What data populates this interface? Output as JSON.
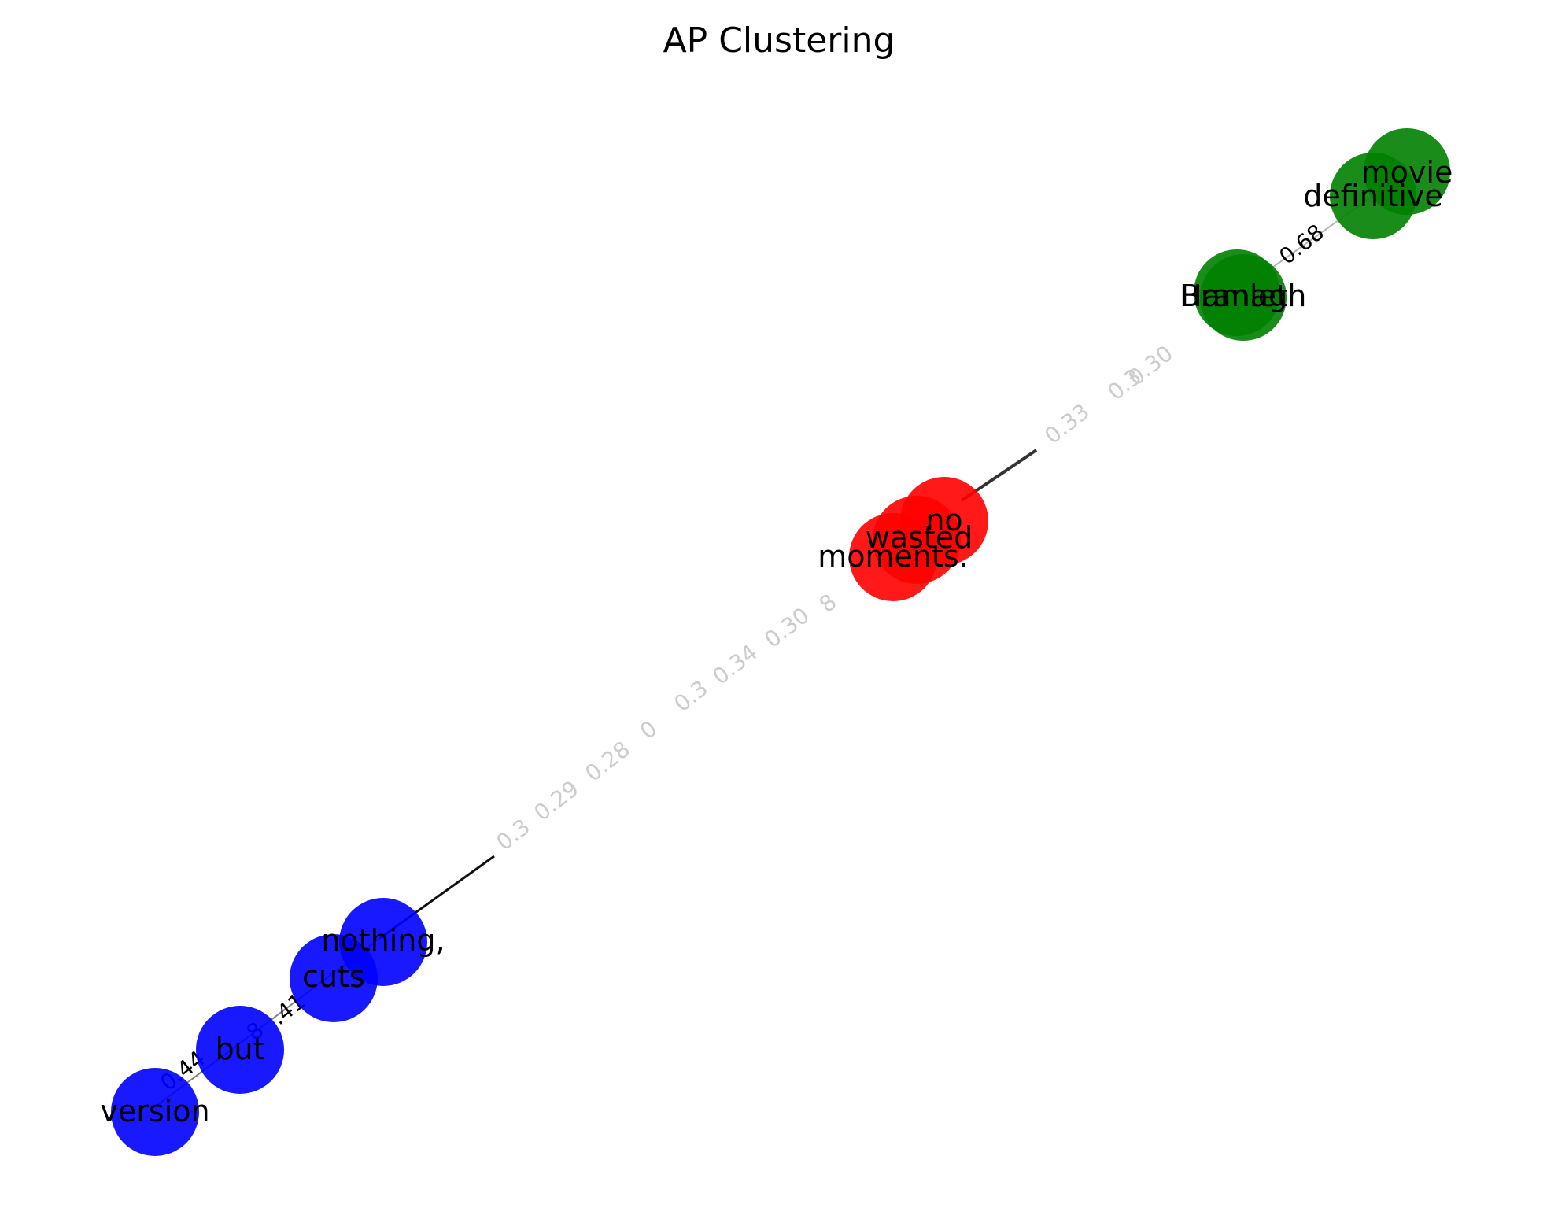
{
  "title": "AP Clustering",
  "colors": {
    "cluster_red": "#ff0000",
    "cluster_green": "#008000",
    "cluster_blue": "#0000ff",
    "edge_dark": "#000000",
    "edge_light": "#cccccc"
  },
  "nodes": [
    {
      "id": "movie",
      "label": "movie",
      "cluster": "green"
    },
    {
      "id": "definitive",
      "label": "definitive",
      "cluster": "green"
    },
    {
      "id": "branagh",
      "label": "Branagh",
      "cluster": "green"
    },
    {
      "id": "hamlet",
      "label": "Hamlet",
      "cluster": "green"
    },
    {
      "id": "no",
      "label": "no",
      "cluster": "red"
    },
    {
      "id": "wasted",
      "label": "wasted",
      "cluster": "red"
    },
    {
      "id": "moments",
      "label": "moments.",
      "cluster": "red"
    },
    {
      "id": "nothing",
      "label": "nothing,",
      "cluster": "blue"
    },
    {
      "id": "cuts",
      "label": "cuts",
      "cluster": "blue"
    },
    {
      "id": "but",
      "label": "but",
      "cluster": "blue"
    },
    {
      "id": "version",
      "label": "version",
      "cluster": "blue"
    }
  ],
  "edge_labels": [
    {
      "text": "0.68",
      "tone": "dark"
    },
    {
      "text": "0.30",
      "tone": "light"
    },
    {
      "text": "0.33",
      "tone": "light"
    },
    {
      "text": "0.30",
      "tone": "light"
    },
    {
      "text": "0.3",
      "tone": "light"
    },
    {
      "text": "0.34",
      "tone": "light"
    },
    {
      "text": "0.3",
      "tone": "light"
    },
    {
      "text": "0",
      "tone": "light"
    },
    {
      "text": "0.28",
      "tone": "light"
    },
    {
      "text": "0.29",
      "tone": "light"
    },
    {
      "text": "0.3",
      "tone": "light"
    },
    {
      "text": "8",
      "tone": "light"
    },
    {
      "text": "0.44",
      "tone": "dark"
    },
    {
      "text": ".41",
      "tone": "dark"
    },
    {
      "text": "8",
      "tone": "dark"
    }
  ]
}
